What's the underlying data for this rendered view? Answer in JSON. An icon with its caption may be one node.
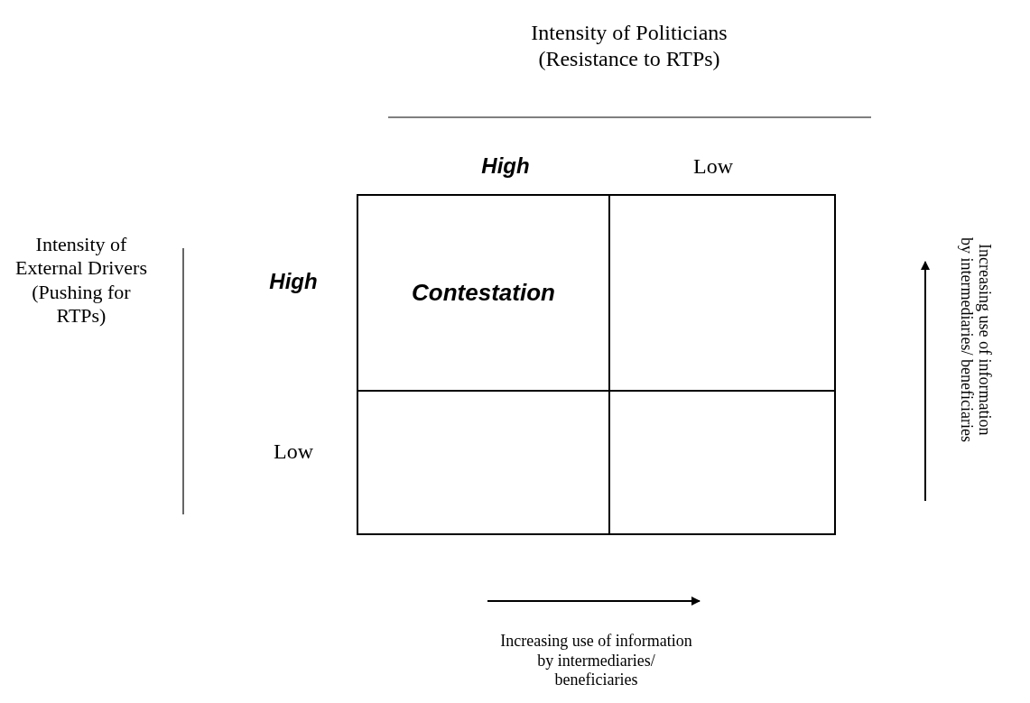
{
  "diagram": {
    "nodes": [
      {
        "text": [
          "Contestation"
        ]
      },
      {
        "text": [],
        "shape": "box"
      },
      {
        "text": [],
        "shape": "box"
      },
      {
        "text": [],
        "shape": "box"
      }
    ],
    "labels": [
      "Intensity of Politicians (Resistance to RTPs)",
      "High",
      "Low",
      "Intensity of External Drivers (Pushing for RTPs)",
      "High",
      "Low",
      "Increasing use of information by intermediaries/ beneficiaries",
      "Increasing use of information by intermediaries/ beneficiaries"
    ]
  }
}
